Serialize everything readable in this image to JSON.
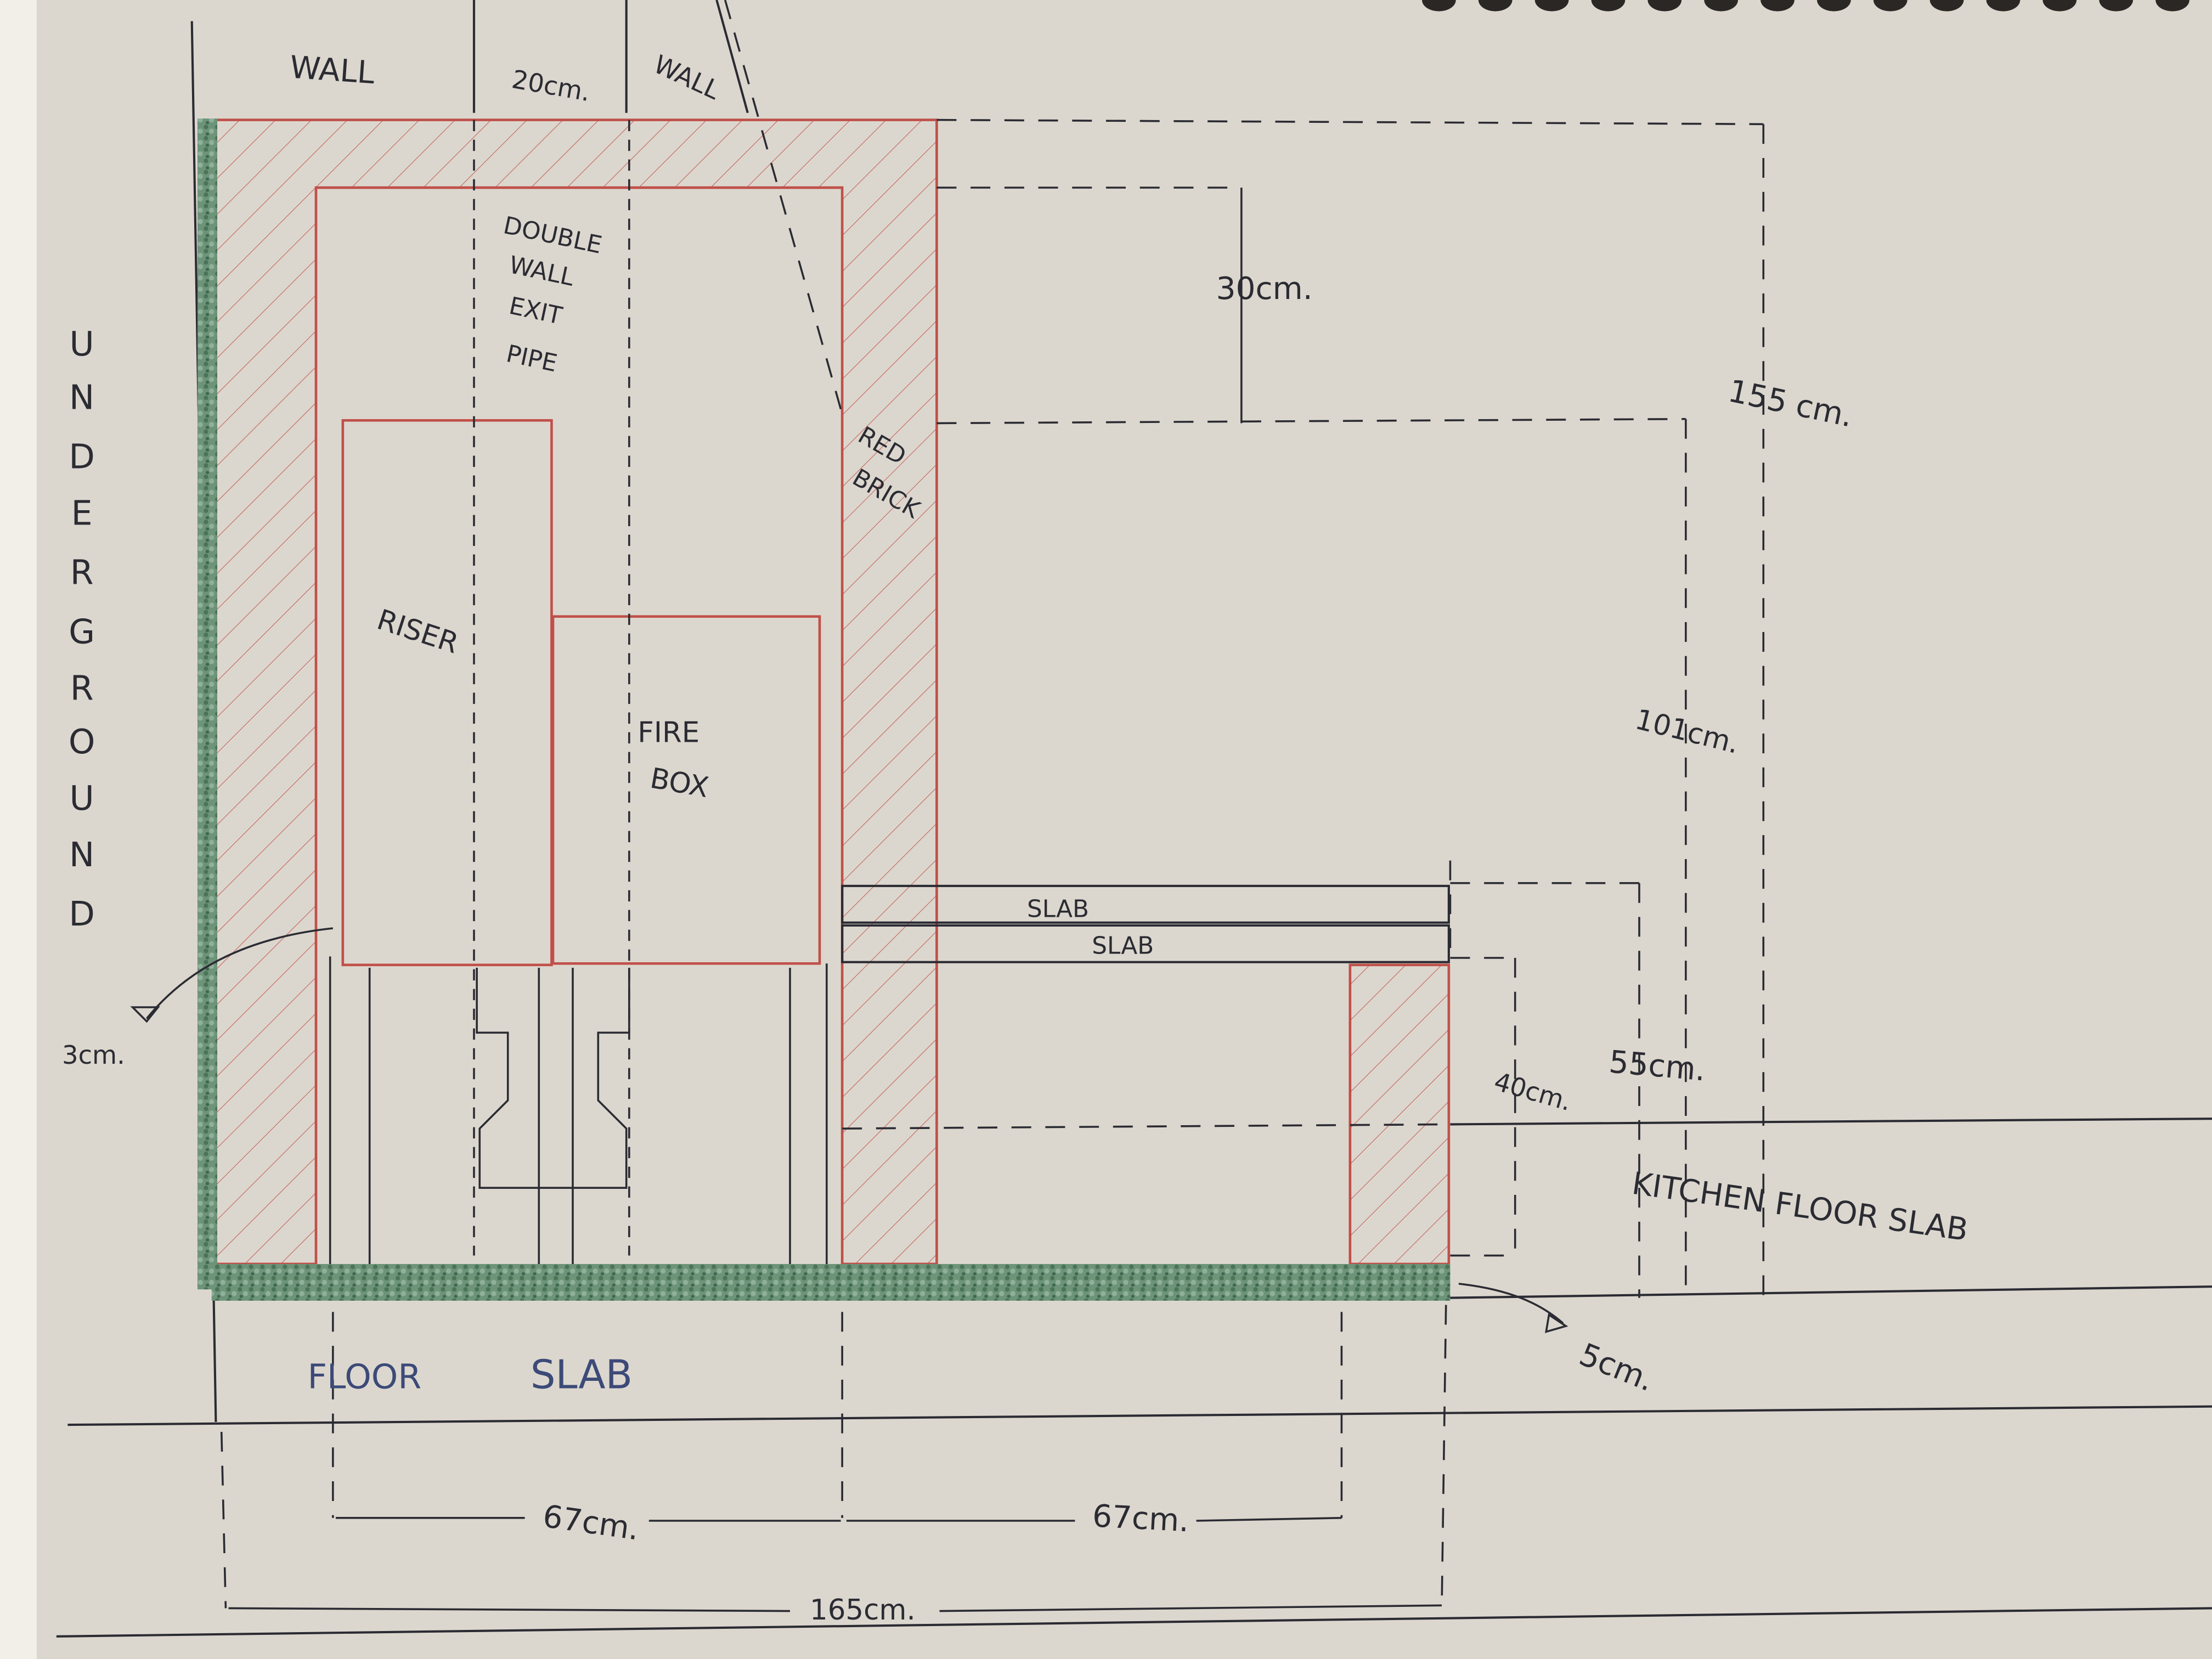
{
  "labels": {
    "wall_left": "WALL",
    "wall_gap": "20cm.",
    "wall_right": "WALL",
    "exit_pipe": [
      "DOUBLE",
      "WALL",
      "EXIT",
      "PIPE"
    ],
    "red_brick": [
      "RED",
      "BRICK"
    ],
    "riser": "RISER",
    "fire_box": [
      "FIRE",
      "BOX"
    ],
    "slab_upper": "SLAB",
    "slab_lower": "SLAB",
    "underground": [
      "U",
      "N",
      "D",
      "E",
      "R",
      "G",
      "R",
      "O",
      "U",
      "N",
      "D"
    ],
    "floor_slab": "FLOOR",
    "floor_slab_2": "SLAB",
    "kitchen_floor_slab": "KITCHEN FLOOR SLAB"
  },
  "dimensions": {
    "top_gap": "30cm.",
    "total_height": "155 cm.",
    "mid_height": "101cm.",
    "bench_height": "55cm.",
    "leg_height": "40cm.",
    "left_insulation": "3cm.",
    "bottom_insulation": "5cm.",
    "left_width": "67cm.",
    "right_width": "67cm.",
    "total_width": "165cm."
  },
  "colors": {
    "paper": "#d9d4cb",
    "pencil": "#2b2b33",
    "brick_red": "#c0504a",
    "insulation_green": "#5e8a6a",
    "blue_label": "#3c4a78"
  }
}
